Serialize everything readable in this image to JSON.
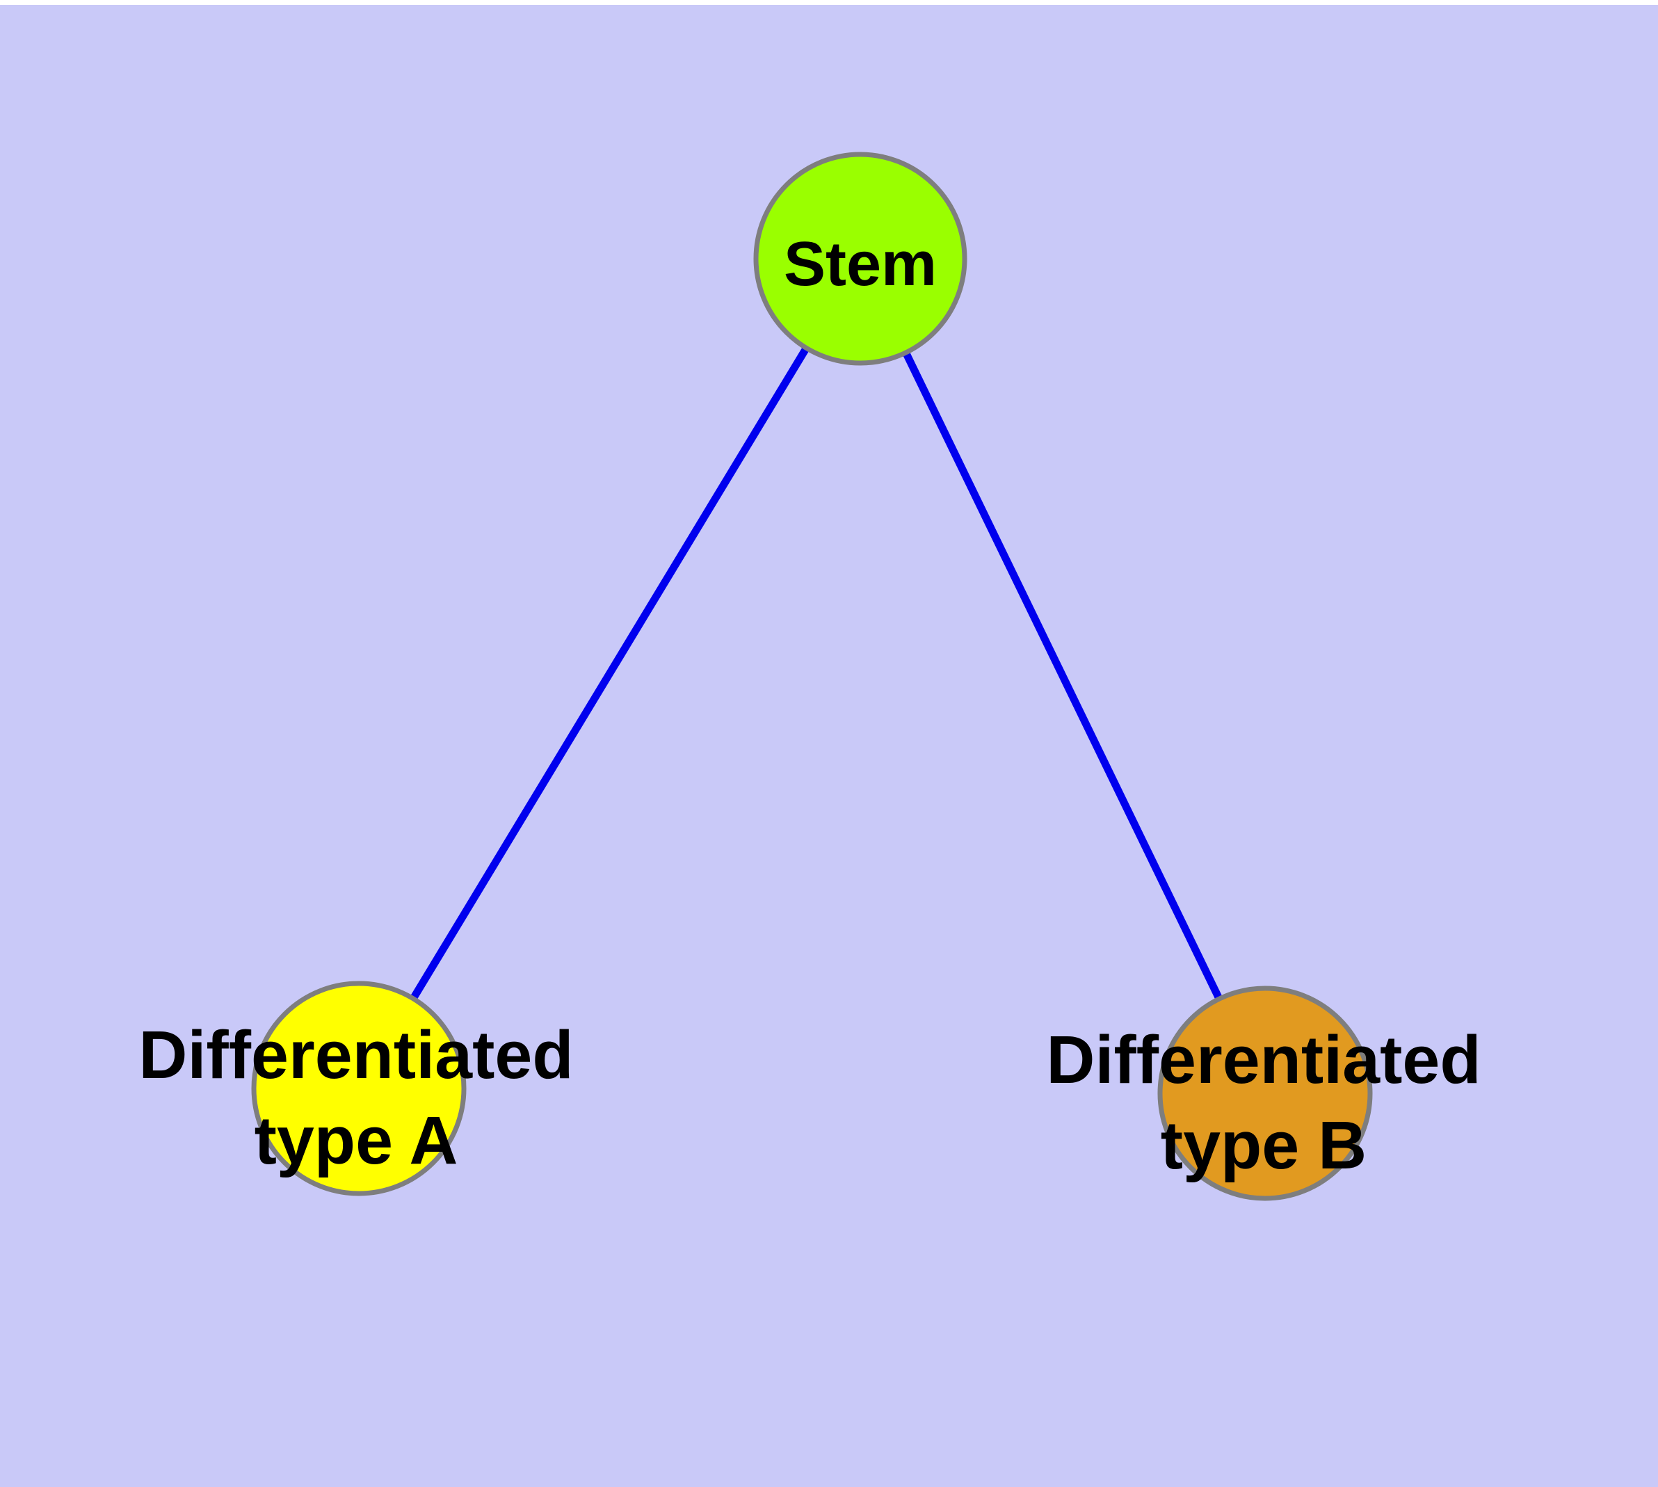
{
  "background_color": "#c9c9f8",
  "margin_color": "#ffffff",
  "edge_color": "#0000ee",
  "node_border_color": "#7e7e7e",
  "graph": {
    "type": "node-link-diagram",
    "description": "Cell differentiation hierarchy: one stem node connected to two differentiated type nodes",
    "nodes": {
      "stem": {
        "label": "Stem",
        "color": "#9aff00"
      },
      "type_a": {
        "label": "Differentiated type A",
        "line1": "Differentiated",
        "line2": "type A",
        "color": "#ffff00"
      },
      "type_b": {
        "label": "Differentiated type B",
        "line1": "Differentiated",
        "line2": "type B",
        "color": "#e19a20"
      }
    },
    "edges": [
      {
        "from": "stem",
        "to": "type_a"
      },
      {
        "from": "stem",
        "to": "type_b"
      }
    ]
  }
}
